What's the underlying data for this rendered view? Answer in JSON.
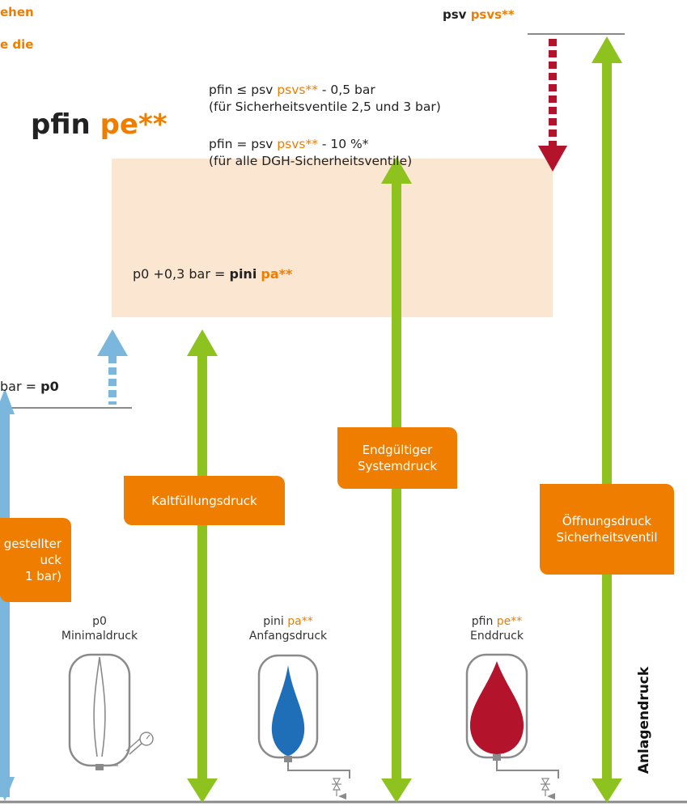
{
  "colors": {
    "orange": "#ee7d00",
    "green": "#8dc21f",
    "blue": "#7bb6dc",
    "red": "#b3132b",
    "peach": "#fbe6d2",
    "grey": "#8a8a8a",
    "water_blue": "#1f6fb8"
  },
  "header": {
    "line1": "ehen",
    "line2": "e die"
  },
  "top_right": {
    "psv": "psv",
    "psvs": "psvs**"
  },
  "pfin_title": {
    "main": "pfin",
    "accent": "pe**"
  },
  "formula1": {
    "part1": "pfin ≤ psv ",
    "accent": "psvs**",
    "part2": " - 0,5 bar",
    "note": "(für Sicherheitsventile 2,5 und 3 bar)"
  },
  "formula2": {
    "part1": "pfin = psv ",
    "accent": "psvs**",
    "part2": " - 10 %*",
    "note": "(für alle DGH-Sicherheitsventile)"
  },
  "pini_line": {
    "prefix": "p0 +0,3 bar = ",
    "bold": "pini",
    "accent": "pa**"
  },
  "p0_line": {
    "prefix": "bar = ",
    "bold": "p0"
  },
  "boxes": {
    "left_line1": "gestellter",
    "left_line2": "uck",
    "left_line3": "1 bar)",
    "kalt": "Kaltfüllungsdruck",
    "endg_line1": "Endgültiger",
    "endg_line2": "Systemdruck",
    "oeff_line1": "Öffnungsdruck",
    "oeff_line2": "Sicherheitsventil"
  },
  "vessels": {
    "v1_top": "p0",
    "v1_bottom": "Minimaldruck",
    "v2_top": "pini",
    "v2_accent": "pa**",
    "v2_bottom": "Anfangsdruck",
    "v3_top": "pfin",
    "v3_accent": "pe**",
    "v3_bottom": "Enddruck"
  },
  "axis_label": "Anlagendruck",
  "icons": [
    "pressure-gauge-icon",
    "valve-icon"
  ]
}
